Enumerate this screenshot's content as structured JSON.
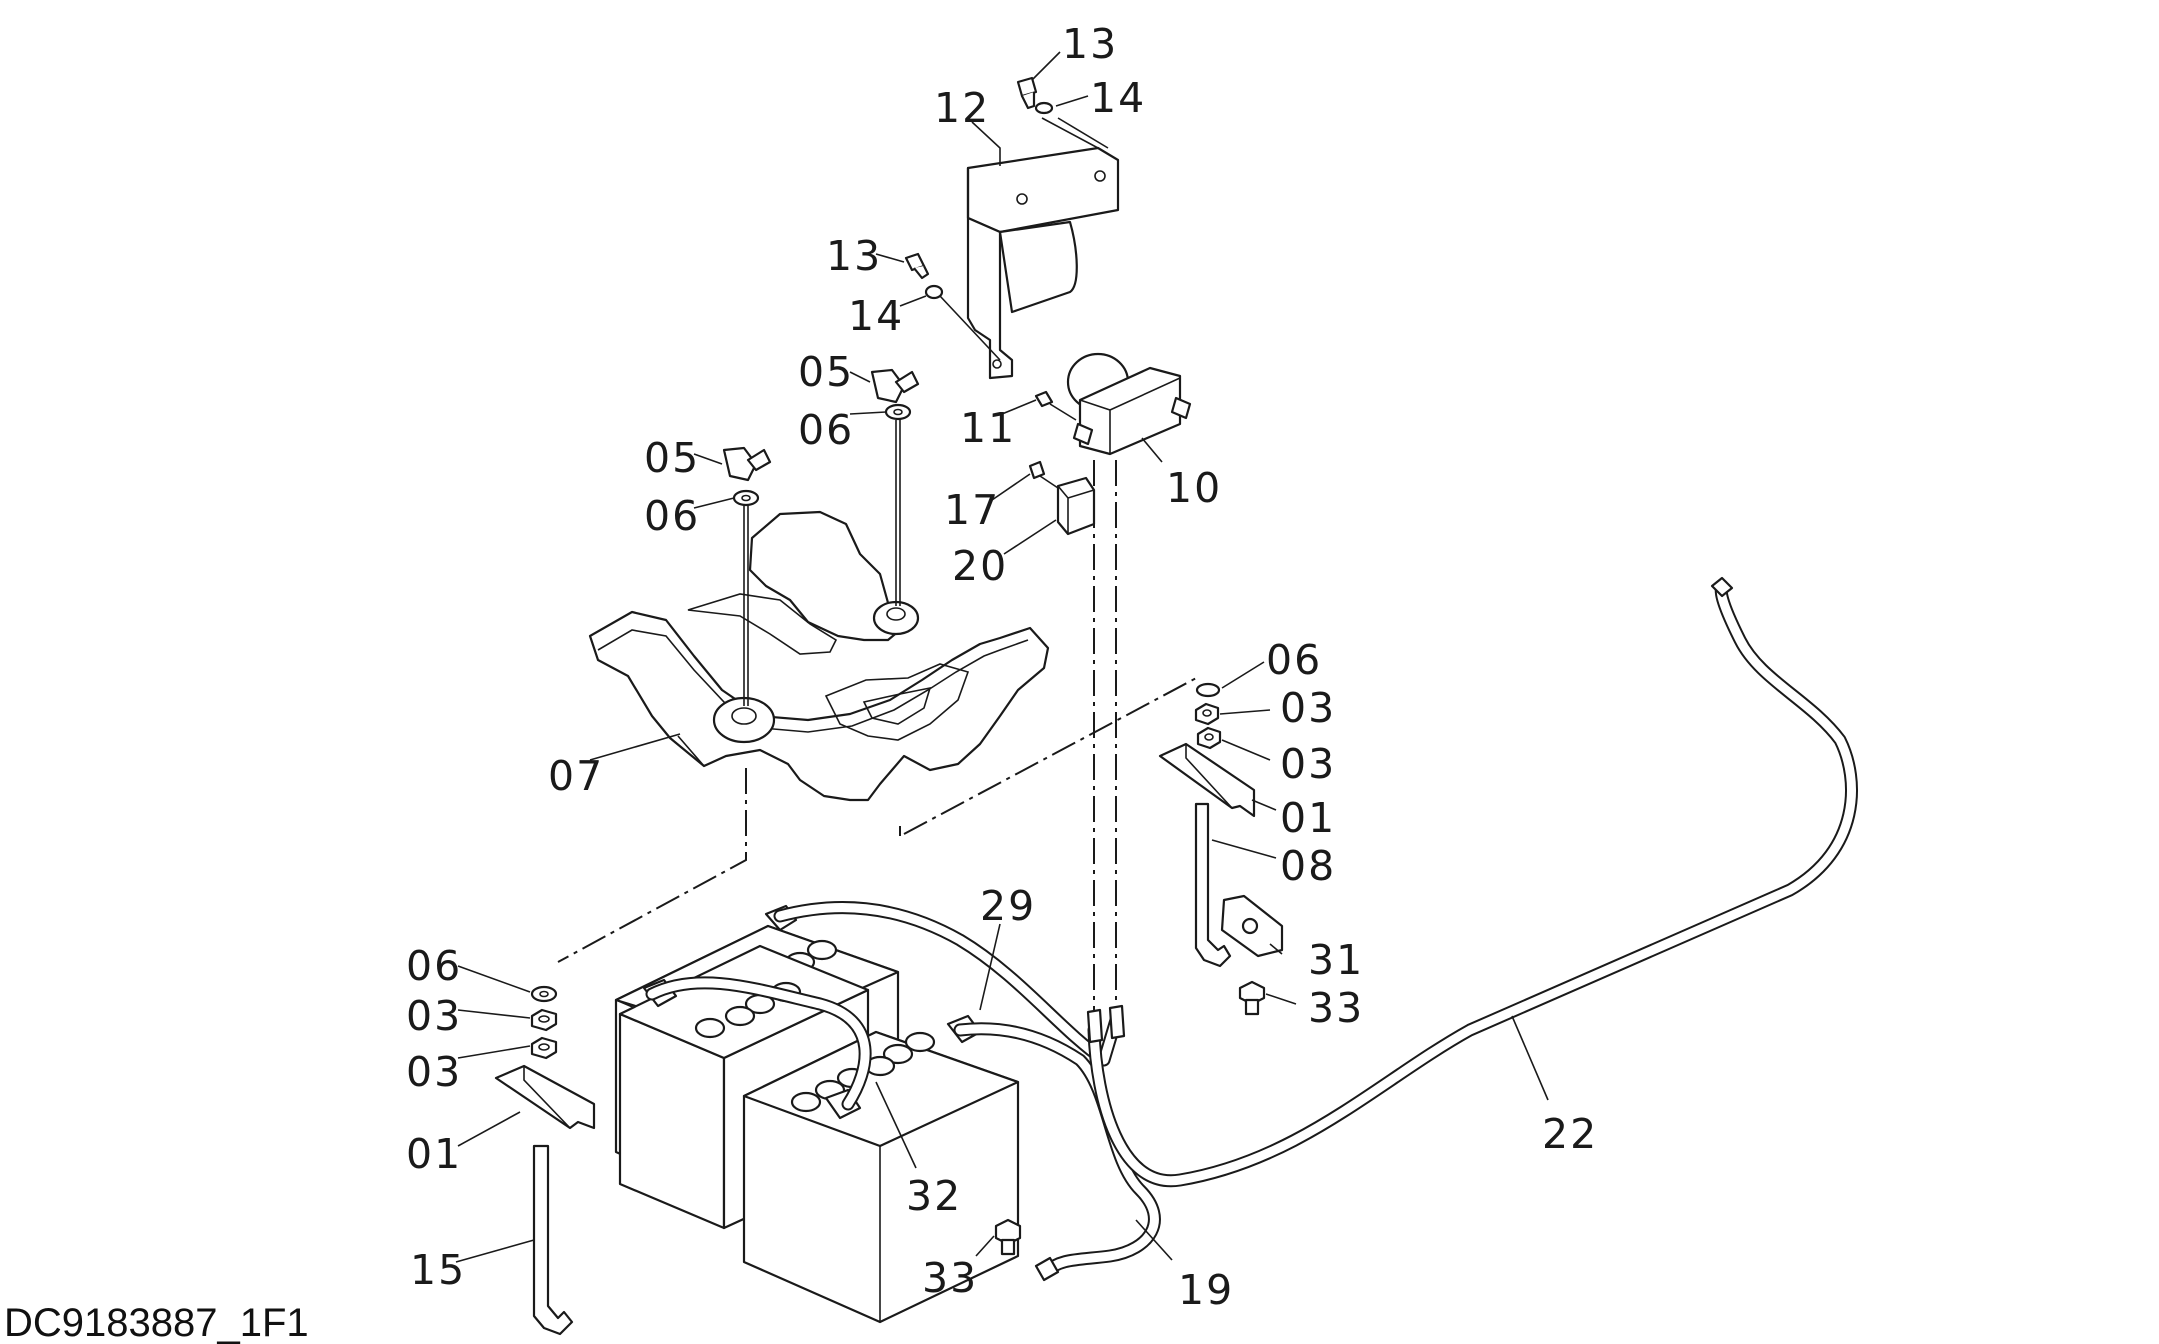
{
  "drawing_id": "DC9183887_1F1",
  "callouts": [
    {
      "id": "c13a",
      "text": "13"
    },
    {
      "id": "c14a",
      "text": "14"
    },
    {
      "id": "c12",
      "text": "12"
    },
    {
      "id": "c13b",
      "text": "13"
    },
    {
      "id": "c14b",
      "text": "14"
    },
    {
      "id": "c05a",
      "text": "05"
    },
    {
      "id": "c06a",
      "text": "06"
    },
    {
      "id": "c05b",
      "text": "05"
    },
    {
      "id": "c06b",
      "text": "06"
    },
    {
      "id": "c11",
      "text": "11"
    },
    {
      "id": "c10",
      "text": "10"
    },
    {
      "id": "c17",
      "text": "17"
    },
    {
      "id": "c20",
      "text": "20"
    },
    {
      "id": "c07",
      "text": "07"
    },
    {
      "id": "c06c",
      "text": "06"
    },
    {
      "id": "c03a",
      "text": "03"
    },
    {
      "id": "c03b",
      "text": "03"
    },
    {
      "id": "c01a",
      "text": "01"
    },
    {
      "id": "c08",
      "text": "08"
    },
    {
      "id": "c31",
      "text": "31"
    },
    {
      "id": "c33a",
      "text": "33"
    },
    {
      "id": "c29",
      "text": "29"
    },
    {
      "id": "c06d",
      "text": "06"
    },
    {
      "id": "c03c",
      "text": "03"
    },
    {
      "id": "c03d",
      "text": "03"
    },
    {
      "id": "c01b",
      "text": "01"
    },
    {
      "id": "c15",
      "text": "15"
    },
    {
      "id": "c32",
      "text": "32"
    },
    {
      "id": "c33b",
      "text": "33"
    },
    {
      "id": "c19",
      "text": "19"
    },
    {
      "id": "c22",
      "text": "22"
    }
  ]
}
